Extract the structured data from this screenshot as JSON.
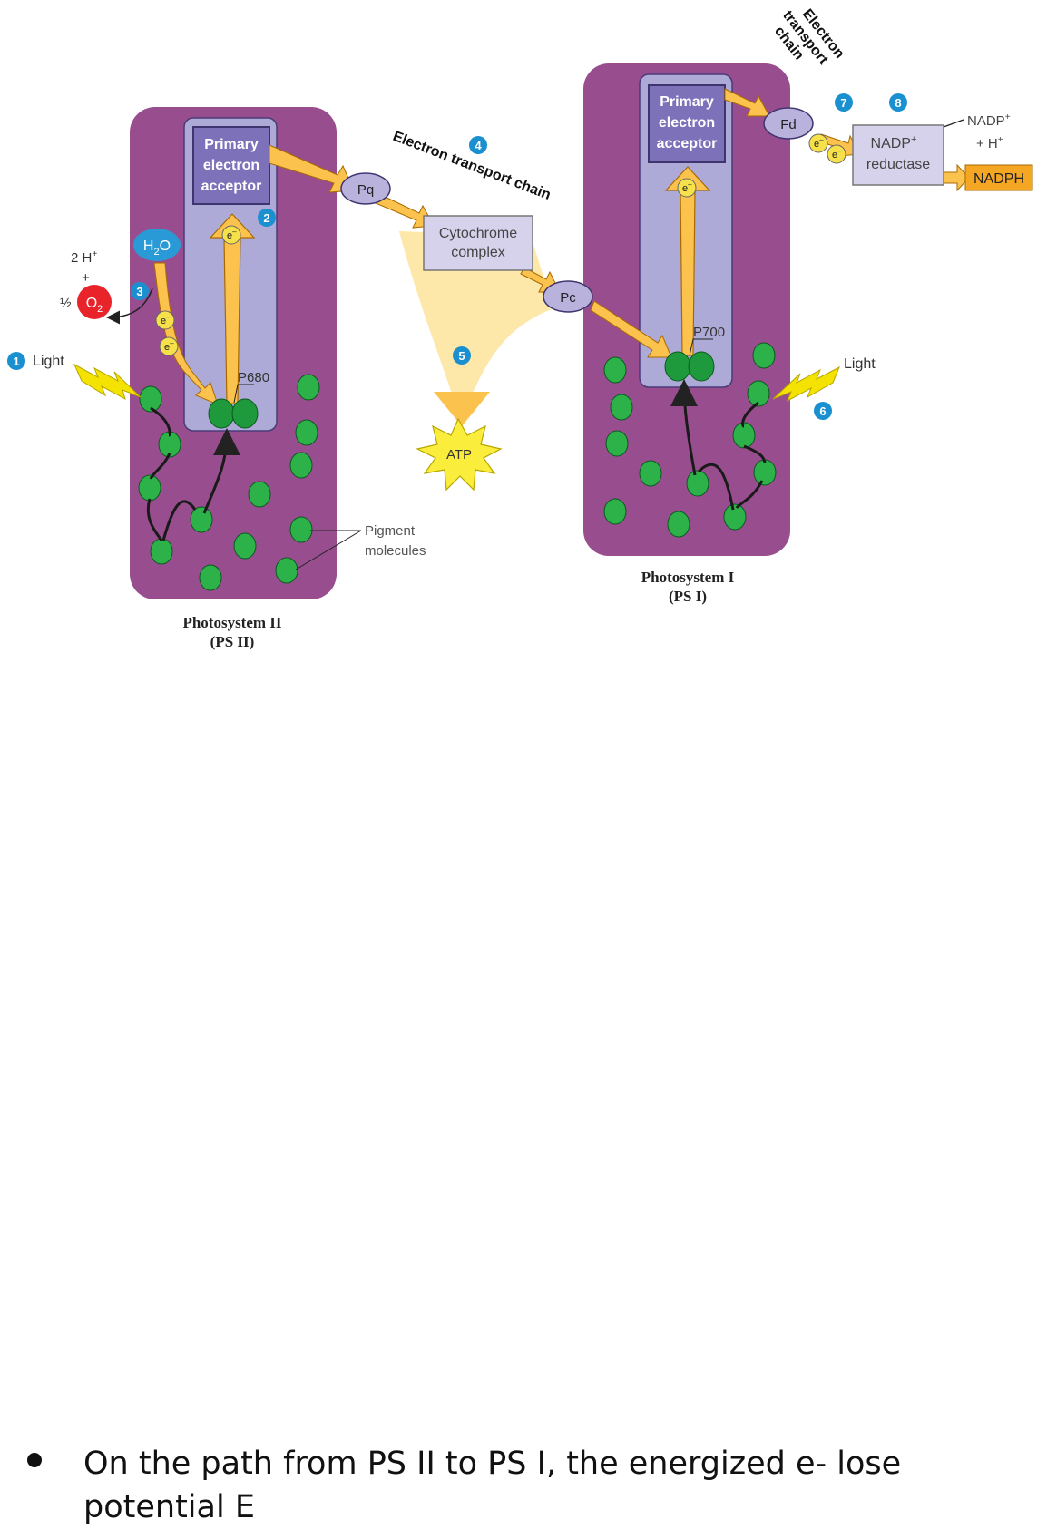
{
  "diagram": {
    "ps2": {
      "primary_acceptor": [
        "Primary",
        "electron",
        "acceptor"
      ],
      "reaction_center": "P680",
      "name": "Photosystem II",
      "abbr": "(PS II)"
    },
    "ps1": {
      "primary_acceptor": [
        "Primary",
        "electron",
        "acceptor"
      ],
      "reaction_center": "P700",
      "name": "Photosystem I",
      "abbr": "(PS I)"
    },
    "electron_symbol": "e",
    "electron_superscript": "–",
    "carriers": {
      "pq": "Pq",
      "pc": "Pc",
      "fd": "Fd",
      "cytochrome": [
        "Cytochrome",
        "complex"
      ],
      "nadp_reductase": [
        "NADP",
        "reductase"
      ],
      "nadp_reductase_sup": "+"
    },
    "water": {
      "h": "H",
      "sub": "2",
      "o": "O"
    },
    "oxygen": {
      "half": "½",
      "o": "O",
      "sub": "2"
    },
    "protons": {
      "text": "2 H",
      "sup": "+",
      "plus": "+"
    },
    "etc_label_middle": "Electron transport chain",
    "etc_label_top": [
      "Electron",
      "transport",
      "chain"
    ],
    "atp": "ATP",
    "nadph": "NADPH",
    "nadp_inputs": {
      "nadp": "NADP",
      "nadp_sup": "+",
      "h": "+ H",
      "h_sup": "+"
    },
    "light_left": "Light",
    "light_right": "Light",
    "pigment_label": [
      "Pigment",
      "molecules"
    ],
    "steps": [
      "1",
      "2",
      "3",
      "4",
      "5",
      "6",
      "7",
      "8"
    ]
  },
  "caption": {
    "bullet_text": "On the path from PS II to PS I, the energized e- lose\npotential E"
  },
  "colors": {
    "photosystem_fill": "#984e8e",
    "reaction_center_fill": "#aeaad8",
    "acceptor_fill": "#7d72b9",
    "carrier_fill": "#b9b2dd",
    "pigment_green": "#2db24a",
    "arrow_yellow": "#fcc24e",
    "step_blue": "#1a90d0",
    "nadph_orange": "#f5a623",
    "oxygen_red": "#e8242a"
  }
}
